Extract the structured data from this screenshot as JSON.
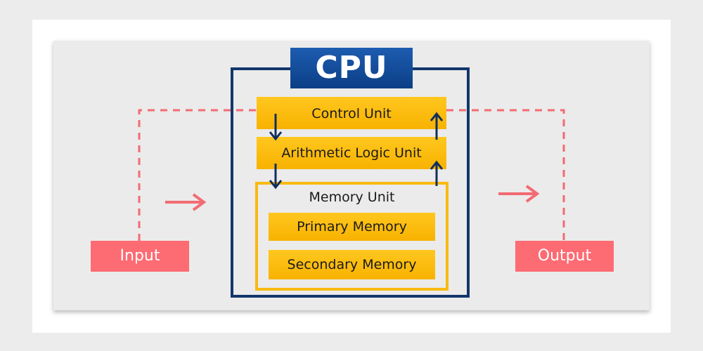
{
  "diagram": {
    "cpu_title": "CPU",
    "control_unit": "Control Unit",
    "alu": "Arithmetic Logic Unit",
    "memory_unit": "Memory Unit",
    "primary_memory": "Primary Memory",
    "secondary_memory": "Secondary Memory",
    "input": "Input",
    "output": "Output"
  },
  "colors": {
    "cpu_blue": "#12376b",
    "unit_yellow": "#ffc71f",
    "io_red": "#fd6b73",
    "arrow_navy": "#0f2f5e"
  }
}
